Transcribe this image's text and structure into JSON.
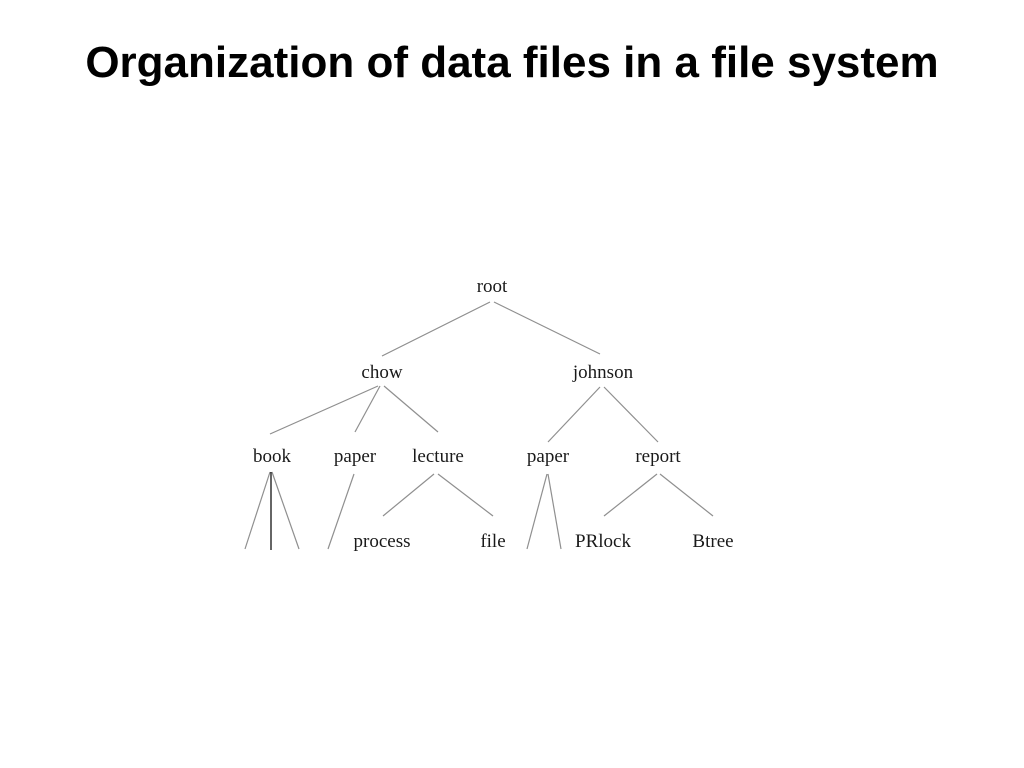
{
  "title": "Organization of data files in a file system",
  "tree": {
    "root": "root",
    "level1": {
      "left": "chow",
      "right": "johnson"
    },
    "level2": {
      "chow_book": "book",
      "chow_paper": "paper",
      "chow_lecture": "lecture",
      "johnson_paper": "paper",
      "johnson_report": "report"
    },
    "level3": {
      "lecture_process": "process",
      "lecture_file": "file",
      "report_prlock": "PRlock",
      "report_btree": "Btree"
    }
  }
}
